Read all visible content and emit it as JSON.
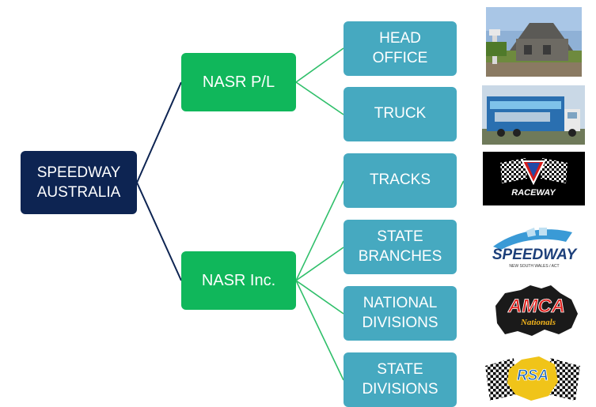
{
  "root": {
    "label": "SPEEDWAY\nAUSTRALIA"
  },
  "branches": [
    {
      "label": "NASR P/L",
      "children": [
        {
          "label": "HEAD\nOFFICE"
        },
        {
          "label": "TRUCK"
        }
      ]
    },
    {
      "label": "NASR Inc.",
      "children": [
        {
          "label": "TRACKS"
        },
        {
          "label": "STATE\nBRANCHES"
        },
        {
          "label": "NATIONAL\nDIVISIONS"
        },
        {
          "label": "STATE\nDIVISIONS"
        }
      ]
    }
  ],
  "logos": {
    "tracks": "RACEWAY",
    "branches": "SPEEDWAY",
    "branches_sub": "NEW SOUTH WALES / ACT",
    "national": "AMCA",
    "national_sub": "Nationals",
    "state": "RSA"
  },
  "colors": {
    "root": "#0d2452",
    "mid": "#10b75b",
    "leaf": "#46a9c0",
    "root_connector": "#0d2452",
    "leaf_connector": "#2fbf6a"
  }
}
